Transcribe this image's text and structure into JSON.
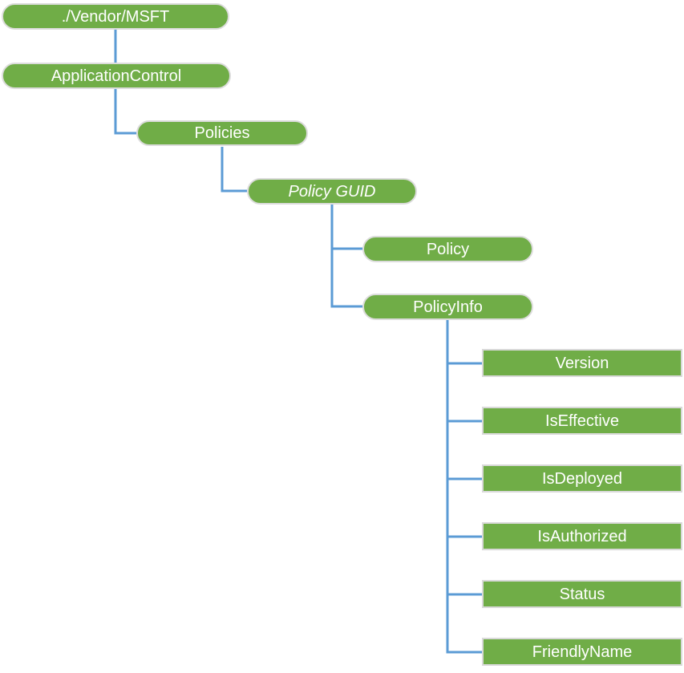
{
  "diagram": {
    "type": "tree",
    "colors": {
      "node_fill": "#70AD47",
      "connector": "#5B9BD5",
      "pill_border": "#DCDCDC",
      "leaf_border": "#D9D9D9",
      "text": "#FFFFFF",
      "background": "#FFFFFF"
    },
    "nodes": [
      {
        "label": "./Vendor/MSFT",
        "shape": "pill",
        "italic": false,
        "parent": null
      },
      {
        "label": "ApplicationControl",
        "shape": "pill",
        "italic": false,
        "parent": "./Vendor/MSFT"
      },
      {
        "label": "Policies",
        "shape": "pill",
        "italic": false,
        "parent": "ApplicationControl"
      },
      {
        "label": "Policy GUID",
        "shape": "pill",
        "italic": true,
        "parent": "Policies"
      },
      {
        "label": "Policy",
        "shape": "pill",
        "italic": false,
        "parent": "Policy GUID"
      },
      {
        "label": "PolicyInfo",
        "shape": "pill",
        "italic": false,
        "parent": "Policy GUID"
      },
      {
        "label": "Version",
        "shape": "rect",
        "italic": false,
        "parent": "PolicyInfo"
      },
      {
        "label": "IsEffective",
        "shape": "rect",
        "italic": false,
        "parent": "PolicyInfo"
      },
      {
        "label": "IsDeployed",
        "shape": "rect",
        "italic": false,
        "parent": "PolicyInfo"
      },
      {
        "label": "IsAuthorized",
        "shape": "rect",
        "italic": false,
        "parent": "PolicyInfo"
      },
      {
        "label": "Status",
        "shape": "rect",
        "italic": false,
        "parent": "PolicyInfo"
      },
      {
        "label": "FriendlyName",
        "shape": "rect",
        "italic": false,
        "parent": "PolicyInfo"
      }
    ]
  }
}
